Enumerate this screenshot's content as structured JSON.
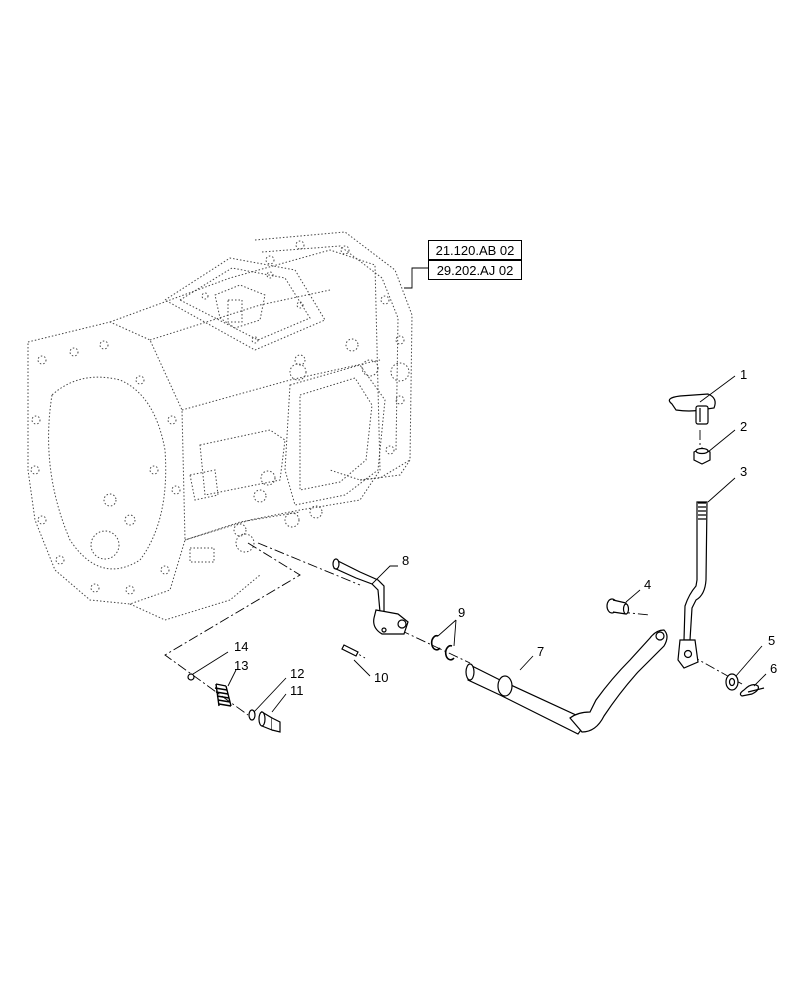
{
  "references": [
    "21.120.AB 02",
    "29.202.AJ 02"
  ],
  "callouts": [
    "1",
    "2",
    "3",
    "4",
    "5",
    "6",
    "7",
    "8",
    "9",
    "10",
    "11",
    "12",
    "13",
    "14"
  ],
  "icons": [
    "transmission-housing-outline",
    "lever-knob-icon",
    "hex-nut-icon",
    "shift-rod-icon",
    "bolt-icon",
    "washer-icon",
    "clip-icon",
    "lever-arm-icon",
    "shift-arm-icon",
    "snap-ring-icon",
    "pin-icon",
    "plug-icon",
    "seal-ring-icon",
    "spring-icon",
    "ball-icon"
  ]
}
